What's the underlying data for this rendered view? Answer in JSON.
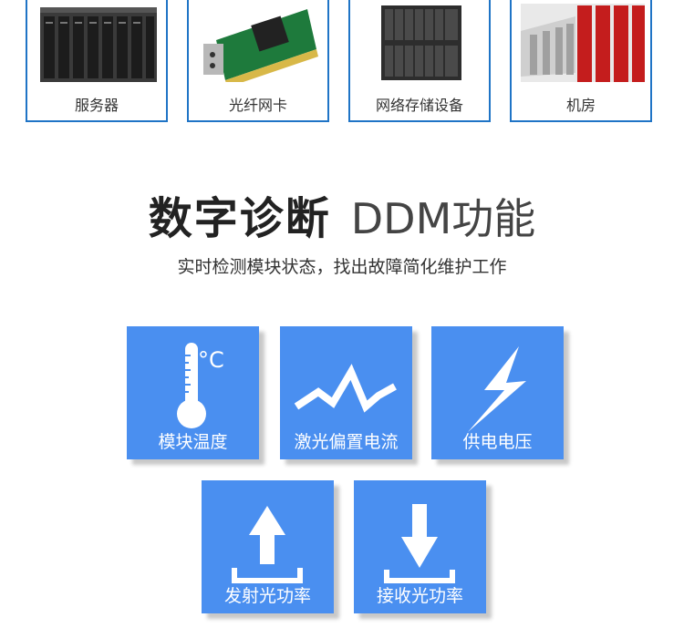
{
  "products": [
    {
      "label": "服务器",
      "icon": "server-rack-icon"
    },
    {
      "label": "光纤网卡",
      "icon": "network-card-icon"
    },
    {
      "label": "网络存储设备",
      "icon": "storage-device-icon"
    },
    {
      "label": "机房",
      "icon": "datacenter-icon"
    }
  ],
  "heading": {
    "bold": "数字诊断",
    "light": "DDM功能"
  },
  "subtitle": "实时检测模块状态，找出故障简化维护工作",
  "features": [
    {
      "label": "模块温度",
      "icon": "thermometer-icon",
      "unit": "°C"
    },
    {
      "label": "激光偏置电流",
      "icon": "wave-icon"
    },
    {
      "label": "供电电压",
      "icon": "lightning-icon"
    },
    {
      "label": "发射光功率",
      "icon": "upload-arrow-icon"
    },
    {
      "label": "接收光功率",
      "icon": "download-arrow-icon"
    }
  ],
  "colors": {
    "tile": "#4a8ff0",
    "border": "#1f74c6"
  }
}
